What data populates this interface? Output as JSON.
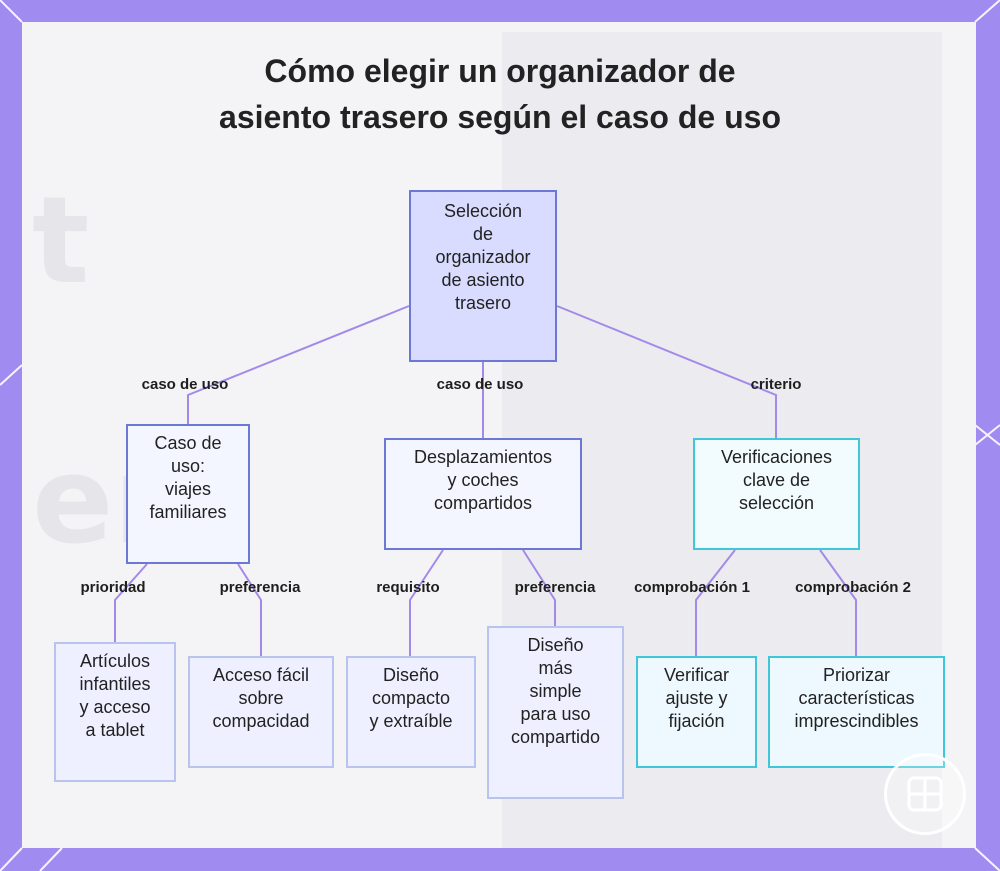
{
  "title": {
    "line1": "Cómo elegir un organizador de",
    "line2": "asiento trasero según el caso de uso"
  },
  "colors": {
    "border_bg": "#a08cf0",
    "panel_bg": "#f4f4f6",
    "connector": "#a48ae8",
    "root_fill": "#d9dcff",
    "root_border": "#6b78d6",
    "teal_border": "#3fc6d9"
  },
  "diagram": {
    "root": {
      "lines": [
        "Selección",
        "de",
        "organizador",
        "de asiento",
        "trasero"
      ]
    },
    "branches": [
      {
        "edge_label": "caso de uso",
        "lines": [
          "Caso de",
          "uso:",
          "viajes",
          "familiares"
        ],
        "children": [
          {
            "edge_label": "prioridad",
            "lines": [
              "Artículos",
              "infantiles",
              "y acceso",
              "a tablet"
            ]
          },
          {
            "edge_label": "preferencia",
            "lines": [
              "Acceso fácil",
              "sobre",
              "compacidad"
            ]
          }
        ]
      },
      {
        "edge_label": "caso de uso",
        "lines": [
          "Desplazamientos",
          "y coches",
          "compartidos"
        ],
        "children": [
          {
            "edge_label": "requisito",
            "lines": [
              "Diseño",
              "compacto",
              "y extraíble"
            ]
          },
          {
            "edge_label": "preferencia",
            "lines": [
              "Diseño",
              "más",
              "simple",
              "para uso",
              "compartido"
            ]
          }
        ]
      },
      {
        "edge_label": "criterio",
        "lines": [
          "Verificaciones",
          "clave de",
          "selección"
        ],
        "children": [
          {
            "edge_label": "comprobación 1",
            "lines": [
              "Verificar",
              "ajuste y",
              "fijación"
            ]
          },
          {
            "edge_label": "comprobación 2",
            "lines": [
              "Priorizar",
              "características",
              "imprescindibles"
            ]
          }
        ]
      }
    ]
  },
  "logo_icon": "grid-app-logo-icon"
}
